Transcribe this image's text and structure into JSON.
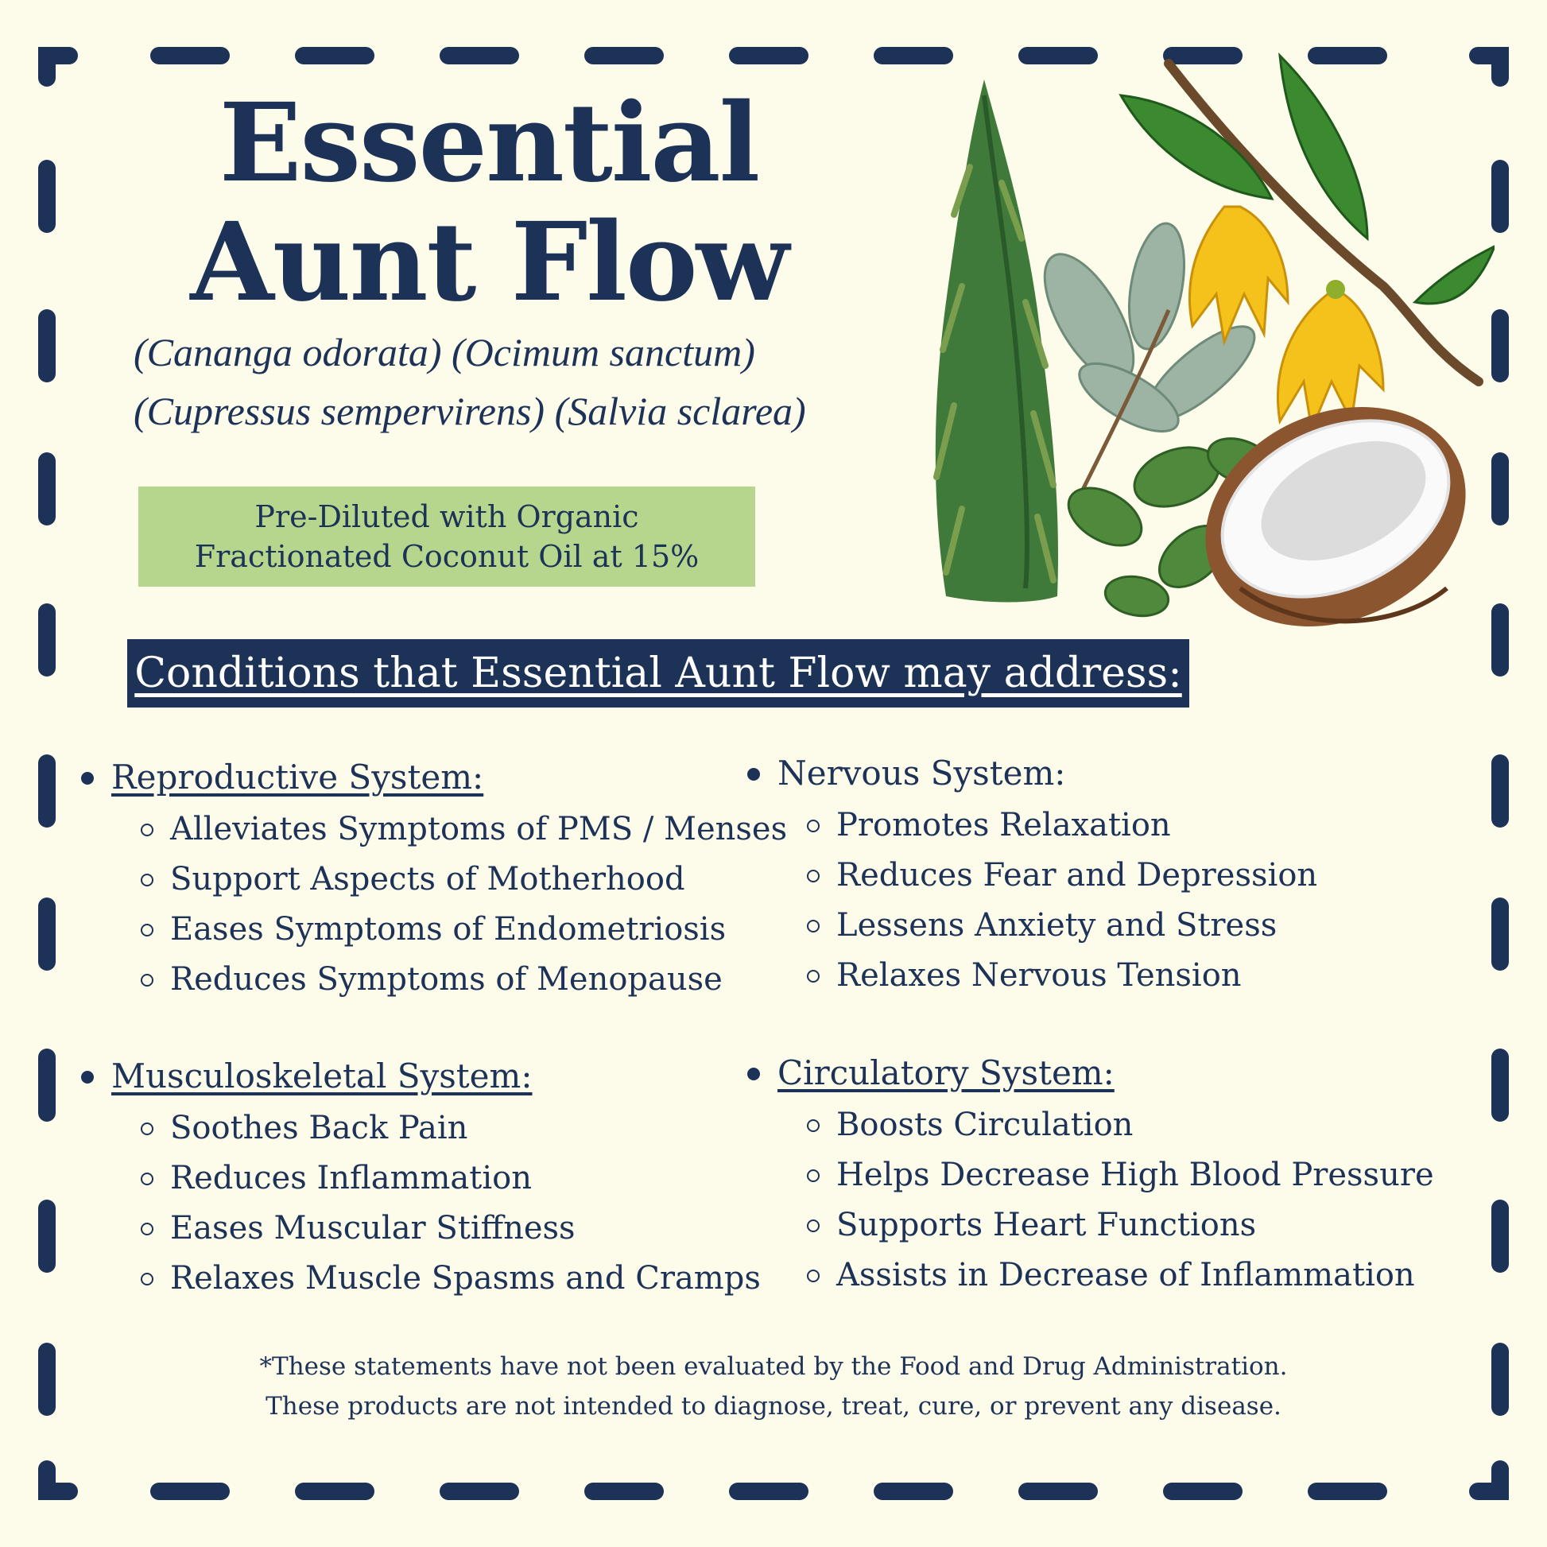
{
  "title": {
    "line1": "Essential",
    "line2": "Aunt Flow"
  },
  "latin_names": {
    "line1": "(Cananga odorata)  (Ocimum sanctum)",
    "line2": "(Cupressus sempervirens)  (Salvia sclarea)"
  },
  "dilution": {
    "line1": "Pre-Diluted with Organic",
    "line2": "Fractionated Coconut Oil at 15%"
  },
  "conditions_heading": "Conditions that Essential Aunt Flow may address:",
  "sections": {
    "reproductive": {
      "title": "Reproductive System:",
      "items": [
        "Alleviates Symptoms of PMS / Menses",
        "Support Aspects of Motherhood",
        "Eases Symptoms of Endometriosis",
        "Reduces Symptoms of Menopause"
      ]
    },
    "nervous": {
      "title": "Nervous System:",
      "items": [
        "Promotes Relaxation",
        "Reduces Fear and Depression",
        "Lessens Anxiety and Stress",
        "Relaxes Nervous Tension"
      ]
    },
    "musculoskeletal": {
      "title": "Musculoskeletal System:",
      "items": [
        "Soothes Back Pain",
        "Reduces Inflammation",
        "Eases Muscular Stiffness",
        "Relaxes Muscle Spasms and Cramps"
      ]
    },
    "circulatory": {
      "title": "Circulatory System:",
      "items": [
        "Boosts Circulation",
        "Helps Decrease High Blood Pressure",
        "Supports Heart Functions",
        "Assists in Decrease of Inflammation"
      ]
    }
  },
  "disclaimer": {
    "line1": "*These statements have not been evaluated by the Food and Drug Administration.",
    "line2": "These products are not intended to diagnose, treat, cure, or prevent any disease."
  },
  "colors": {
    "background": "#fdfbea",
    "navy": "#1d3257",
    "green_box": "#b5d68c"
  },
  "illustrations": [
    "cypress-tree",
    "clary-sage-leaves",
    "holy-basil",
    "ylang-ylang-flowers",
    "coconut-half"
  ]
}
